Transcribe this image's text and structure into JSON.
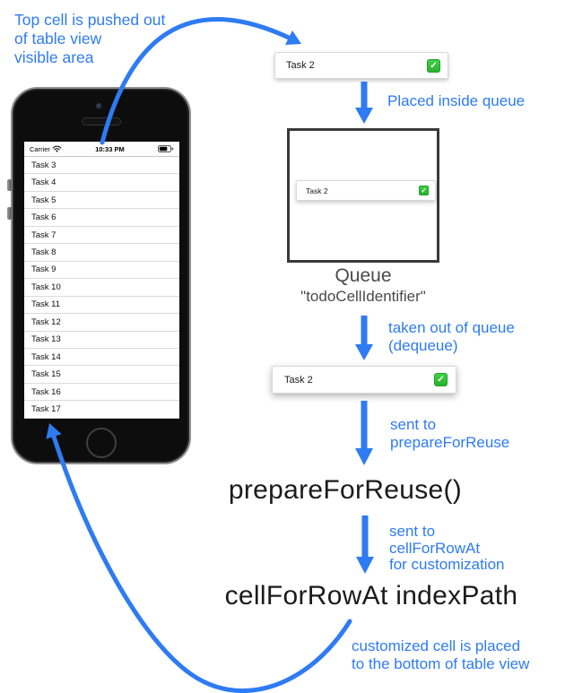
{
  "colors": {
    "blue": "#2E7BF3",
    "dark_gray": "#4A4A4A",
    "green": "#2FBF36",
    "text_black": "#1B1B1D"
  },
  "notes": {
    "top": "Top cell is pushed out\nof table view\nvisible area",
    "placed_inside_queue": "Placed inside queue",
    "dequeue": "taken out of queue\n(dequeue)",
    "sent_to_prepare": "sent to\nprepareForReuse",
    "sent_to_cellforrowat": "sent to\ncellForRowAt\nfor customization",
    "bottom": "customized cell is placed\nto the bottom of table view"
  },
  "queue": {
    "title": "Queue",
    "identifier": "\"todoCellIdentifier\""
  },
  "methods": {
    "prepare_for_reuse": "prepareForReuse()",
    "cell_for_row_at": "cellForRowAt indexPath"
  },
  "reused_cell": {
    "label": "Task 2",
    "checkmark": "✓"
  },
  "phone": {
    "status_bar": {
      "carrier": "Carrier",
      "time": "10:33 PM"
    },
    "table_rows": [
      "Task 3",
      "Task 4",
      "Task 5",
      "Task 6",
      "Task 7",
      "Task 8",
      "Task 9",
      "Task 10",
      "Task 11",
      "Task 12",
      "Task 13",
      "Task 14",
      "Task 15",
      "Task 16",
      "Task 17"
    ]
  }
}
